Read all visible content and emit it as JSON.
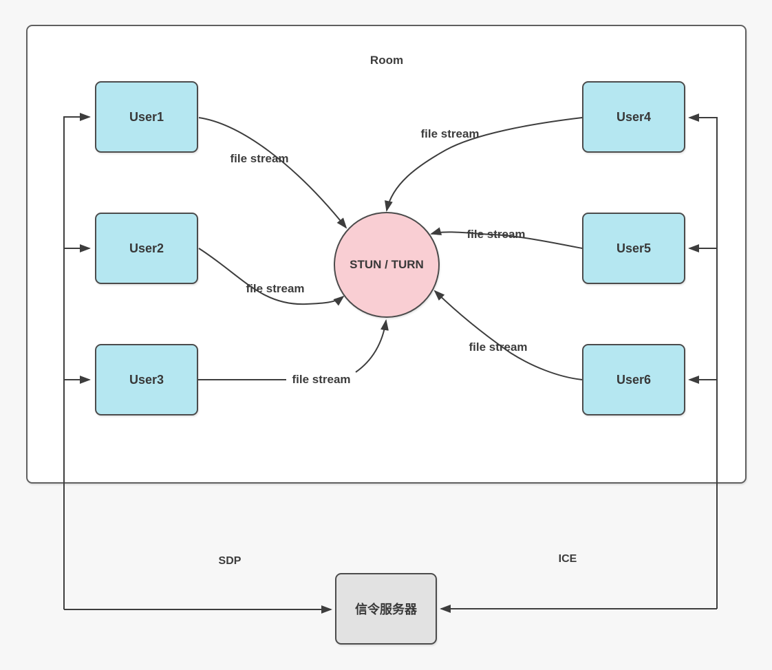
{
  "room": {
    "label": "Room"
  },
  "nodes": {
    "users": [
      {
        "id": "user1",
        "label": "User1"
      },
      {
        "id": "user2",
        "label": "User2"
      },
      {
        "id": "user3",
        "label": "User3"
      },
      {
        "id": "user4",
        "label": "User4"
      },
      {
        "id": "user5",
        "label": "User5"
      },
      {
        "id": "user6",
        "label": "User6"
      }
    ],
    "stun_turn": {
      "label": "STUN / TURN"
    },
    "signal_server": {
      "label": "信令服务器"
    }
  },
  "edge_labels": {
    "file_stream": "file stream",
    "sdp": "SDP",
    "ice": "ICE"
  },
  "colors": {
    "background": "#f7f7f7",
    "room_fill": "#ffffff",
    "room_border": "#5f5f5f",
    "user_fill": "#b5e7f1",
    "stun_fill": "#f9ced3",
    "server_fill": "#e2e2e2",
    "node_border": "#4b4b4b",
    "line": "#3d3d3d",
    "text": "#383838"
  }
}
